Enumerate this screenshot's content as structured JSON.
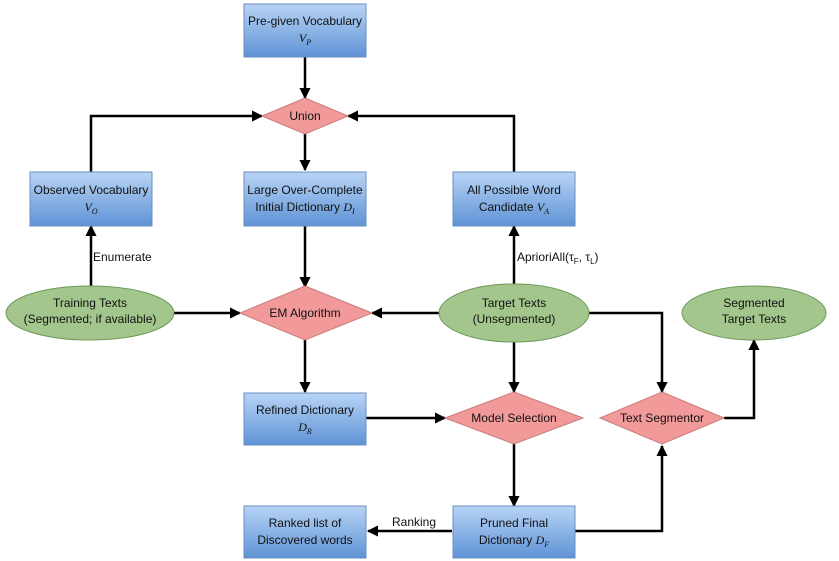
{
  "colors": {
    "box_top": "#b8d4f5",
    "box_bottom": "#5f93d6",
    "ellipse_fill": "#a3c68c",
    "diamond_fill": "#f29a9a",
    "edge": "#000000"
  },
  "nodes": {
    "pregiven_vocabulary": {
      "line1": "Pre-given Vocabulary",
      "symbol": "V",
      "subscript": "P"
    },
    "union": {
      "label": "Union"
    },
    "observed_vocabulary": {
      "line1": "Observed Vocabulary",
      "symbol": "V",
      "subscript": "O"
    },
    "initial_dictionary": {
      "line1": "Large Over-Complete",
      "line2": "Initial Dictionary",
      "symbol": "D",
      "subscript": "I"
    },
    "word_candidate": {
      "line1": "All Possible Word",
      "line2": "Candidate",
      "symbol": "V",
      "subscript": "A"
    },
    "training_texts": {
      "line1": "Training Texts",
      "line2": "(Segmented; if available)"
    },
    "em_algorithm": {
      "label": "EM Algorithm"
    },
    "target_texts": {
      "line1": "Target Texts",
      "line2": "(Unsegmented)"
    },
    "segmented_target_texts": {
      "line1": "Segmented",
      "line2": "Target Texts"
    },
    "refined_dictionary": {
      "line1": "Refined Dictionary",
      "symbol": "D",
      "subscript": "R"
    },
    "model_selection": {
      "label": "Model Selection"
    },
    "text_segmentor": {
      "label": "Text Segmentor"
    },
    "ranked_list": {
      "line1": "Ranked list of",
      "line2": "Discovered words"
    },
    "pruned_final_dictionary": {
      "line1": "Pruned Final",
      "line2": "Dictionary",
      "symbol": "D",
      "subscript": "F"
    }
  },
  "edge_labels": {
    "enumerate": "Enumerate",
    "apriorall": {
      "prefix": "AprioriAll(",
      "tau1": "τ",
      "tau1_sub": "F",
      "sep": ", ",
      "tau2": "τ",
      "tau2_sub": "L",
      "suffix": ")"
    },
    "ranking": "Ranking"
  }
}
